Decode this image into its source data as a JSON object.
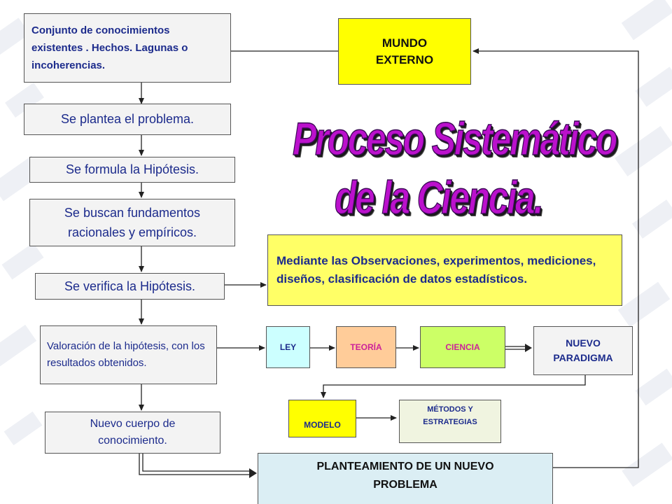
{
  "title": {
    "line1": "Proceso Sistemático",
    "line2": "de la Ciencia."
  },
  "boxes": {
    "conjunto": "Conjunto de conocimientos existentes . Hechos. Lagunas o incoherencias.",
    "mundo": "MUNDO EXTERNO",
    "plantea": "Se plantea el problema.",
    "formula": "Se formula la Hipótesis.",
    "buscan": "Se buscan fundamentos racionales y empíricos.",
    "verifica": "Se verifica la Hipótesis.",
    "mediante": "Mediante las Observaciones, experimentos, mediciones, diseños, clasificación de datos estadísticos.",
    "valoracion": "Valoración de la hipótesis, con los resultados obtenidos.",
    "nuevo_cuerpo": "Nuevo cuerpo de conocimiento.",
    "ley": "LEY",
    "teoria": "TEORÍA",
    "ciencia": "CIENCIA",
    "paradigma": "NUEVO PARADIGMA",
    "modelo": "MODELO",
    "metodos": "MÉTODOS Y ESTRATEGIAS",
    "planteamiento": "PLANTEAMIENTO DE UN NUEVO PROBLEMA"
  },
  "colors": {
    "yellow": "#ffff00",
    "light_yellow": "#ffff66",
    "cyan": "#ccffff",
    "peach": "#ffcc99",
    "green": "#ccff66",
    "light_blue": "#dbeef4",
    "title_purple": "#bb11cc"
  }
}
